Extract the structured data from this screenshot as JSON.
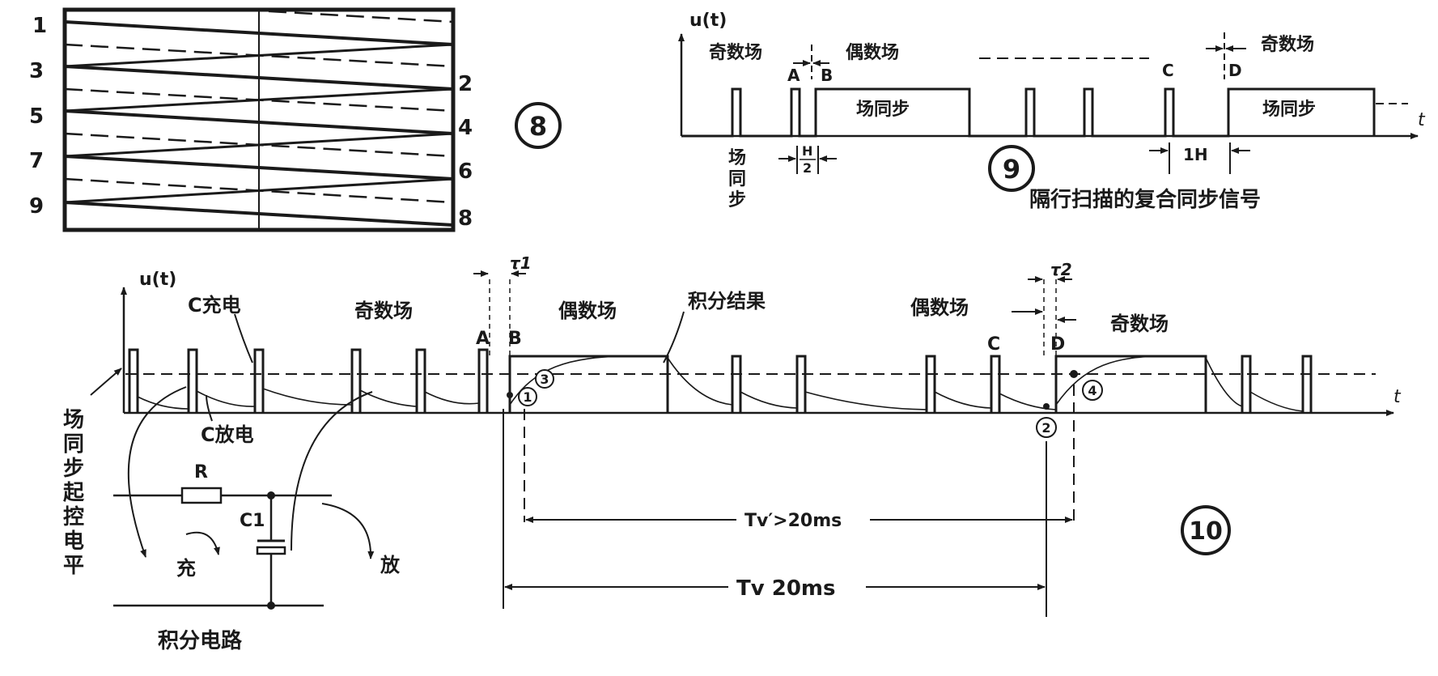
{
  "fig8": {
    "circle_label": "8",
    "left_line_numbers": [
      "1",
      "3",
      "5",
      "7",
      "9"
    ],
    "right_line_numbers": [
      "2",
      "4",
      "6",
      "8"
    ]
  },
  "fig9": {
    "y_axis_label": "u(t)",
    "t_axis_label": "t",
    "odd_field_left": "奇数场",
    "even_field": "偶数场",
    "odd_field_right": "奇数场",
    "marker_a": "A",
    "marker_b": "B",
    "marker_c": "C",
    "marker_d": "D",
    "vsync_block_1": "场同步",
    "vsync_block_2": "场同步",
    "vsync_vertical": [
      "场",
      "同",
      "步"
    ],
    "half_line_num": "H",
    "half_line_den": "2",
    "one_line": "1H",
    "circle_label": "9",
    "caption": "隔行扫描的复合同步信号"
  },
  "fig10": {
    "y_axis_label": "u(t)",
    "t_axis_label": "t",
    "c_charge": "C充电",
    "c_discharge": "C放电",
    "odd_field_left": "奇数场",
    "even_field_left": "偶数场",
    "integration_result": "积分结果",
    "even_field_right": "偶数场",
    "odd_field_right": "奇数场",
    "marker_a": "A",
    "marker_b": "B",
    "marker_c": "C",
    "marker_d": "D",
    "tau1": "τ1",
    "tau2": "τ2",
    "point_1": "1",
    "point_2": "2",
    "point_3": "3",
    "point_4": "4",
    "trigger_level_vertical": [
      "场",
      "同",
      "步",
      "起",
      "控",
      "电",
      "平"
    ],
    "tv_prime": "Tv′>20ms",
    "tv": "Tv 20ms",
    "circle_label": "10",
    "circuit": {
      "resistor": "R",
      "capacitor": "C1",
      "charge": "充",
      "discharge": "放",
      "title": "积分电路"
    }
  }
}
